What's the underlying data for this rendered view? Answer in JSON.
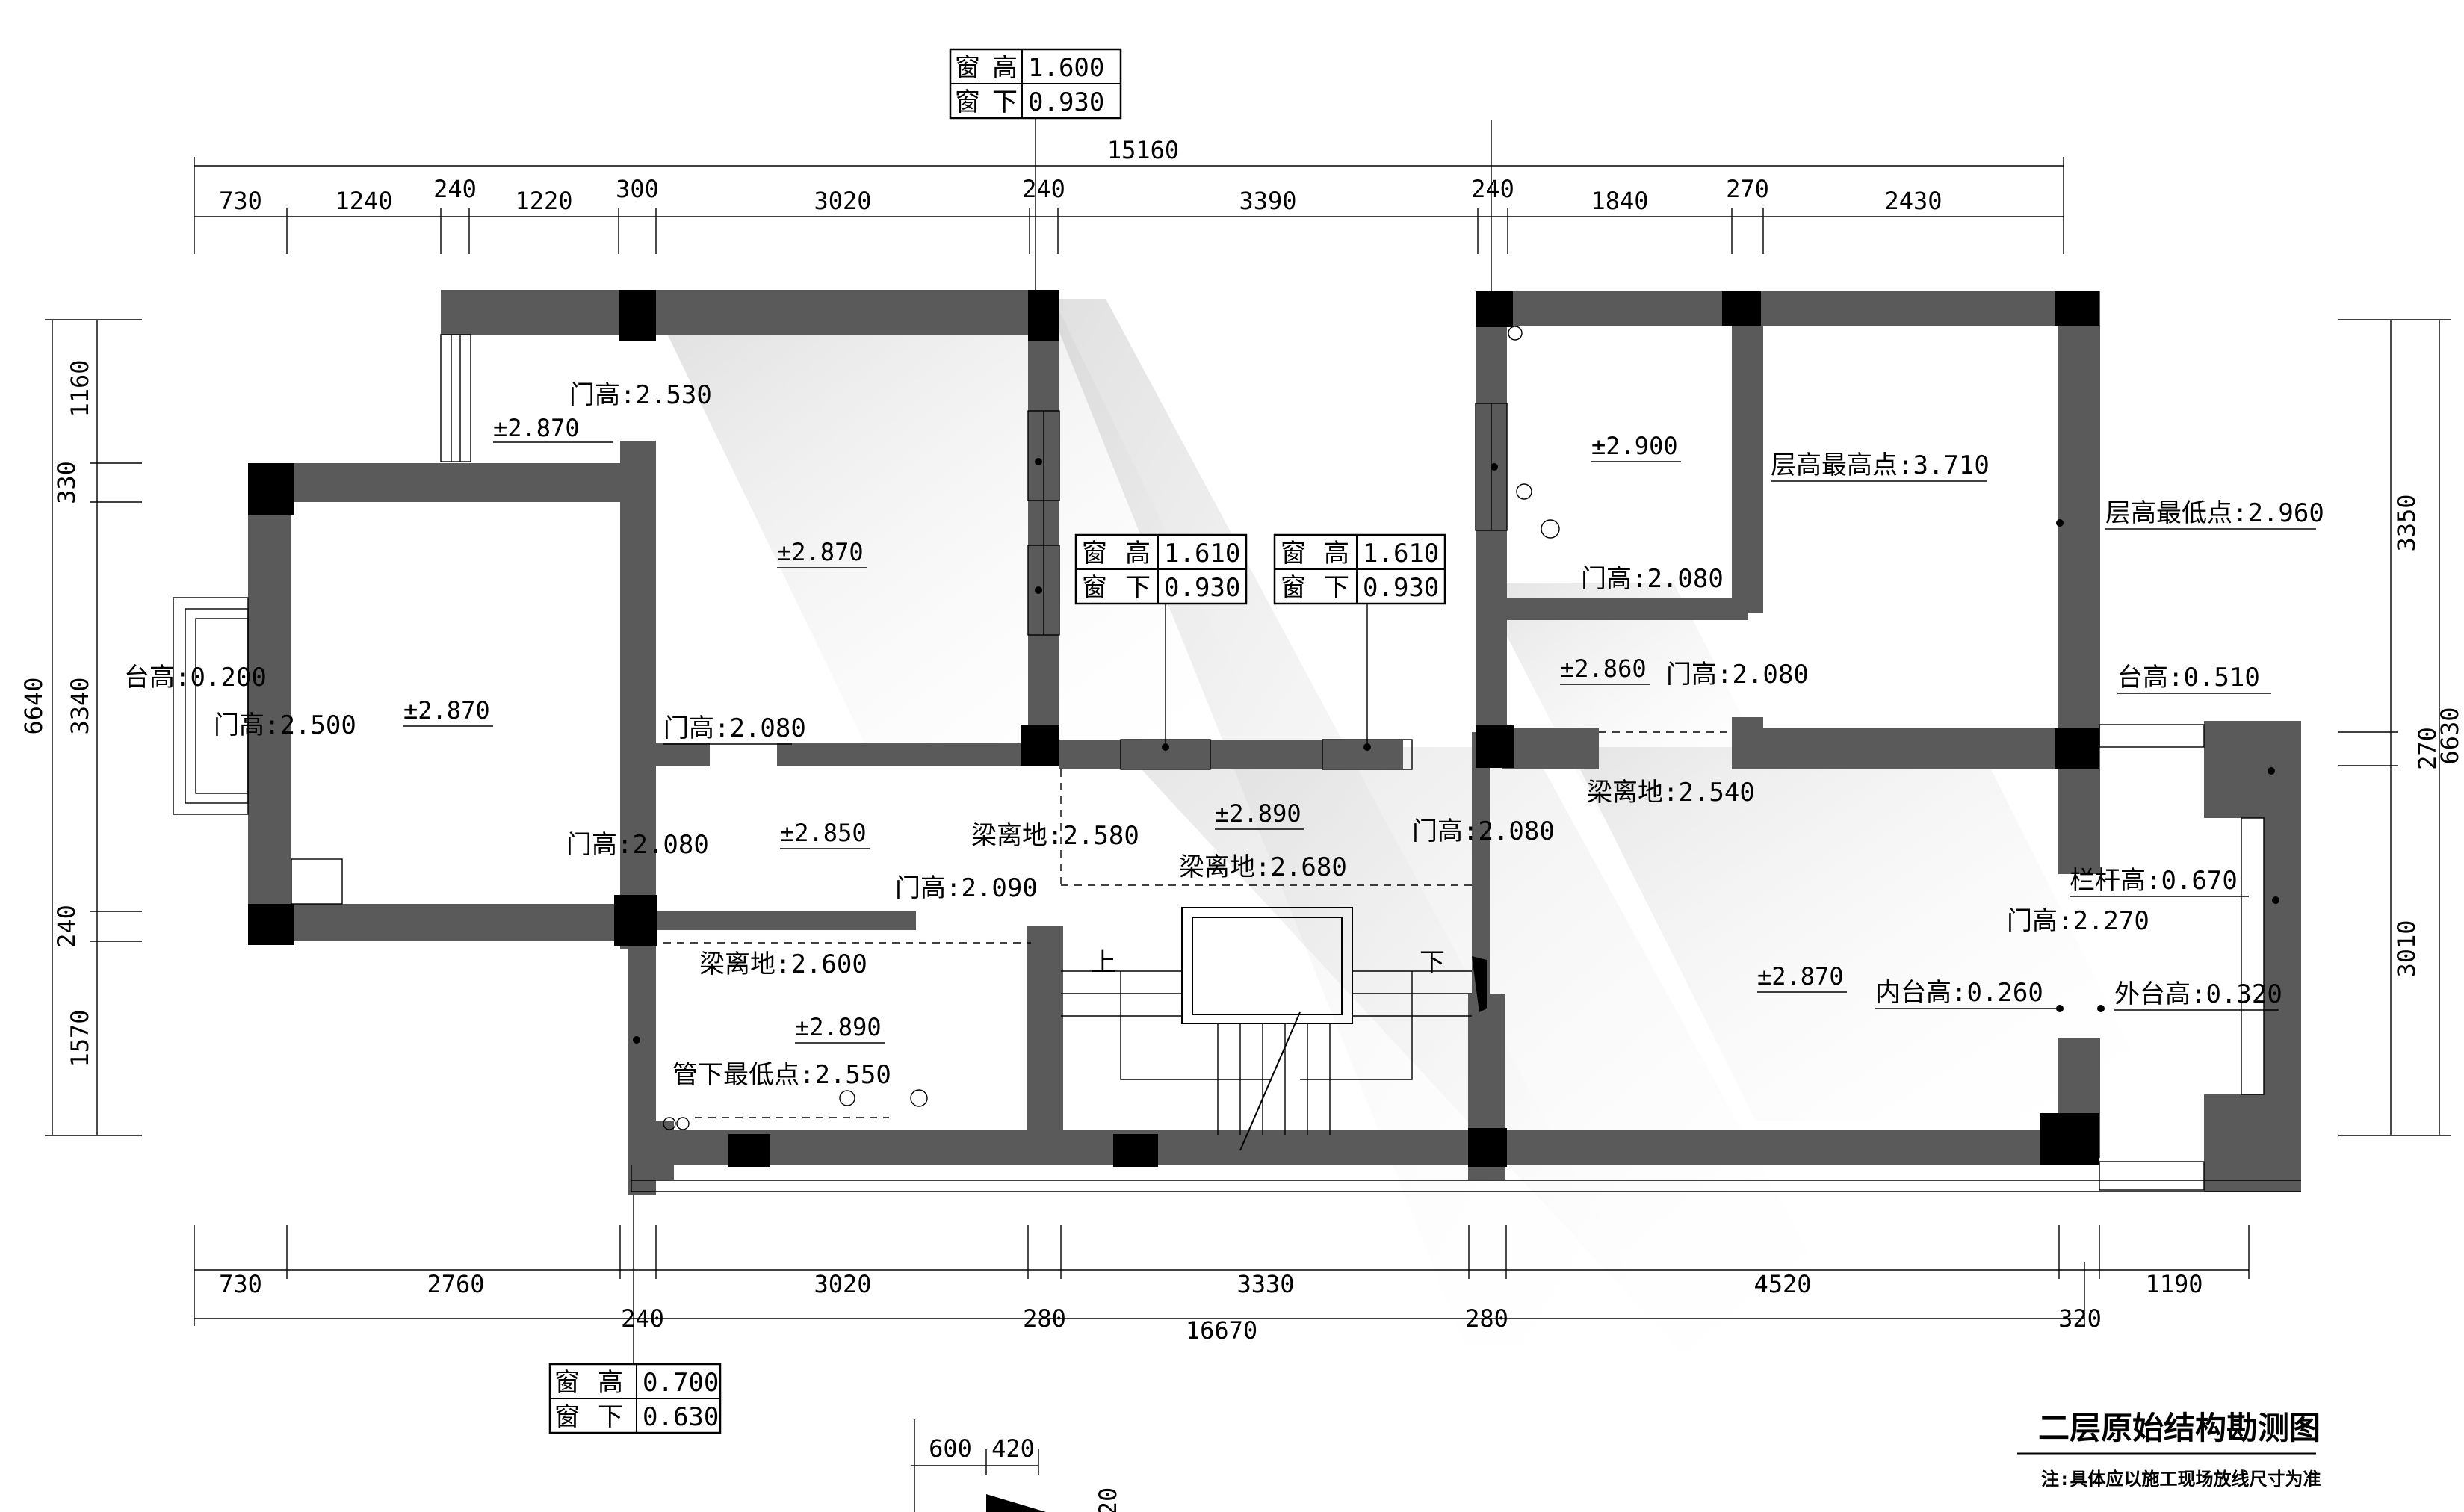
{
  "title": "二层原始结构勘测图",
  "note": "注:具体应以施工现场放线尺寸为准",
  "dims": {
    "top_total": "15160",
    "top": [
      "730",
      "1240",
      "240",
      "1220",
      "300",
      "3020",
      "240",
      "3390",
      "240",
      "1840",
      "270",
      "2430"
    ],
    "bottom": [
      "730",
      "2760",
      "3020",
      "3330",
      "4520",
      "1190"
    ],
    "bottom_sub": [
      "240",
      "280",
      "280",
      "320"
    ],
    "bottom_total": "16670",
    "left": [
      "1160",
      "330",
      "3340",
      "240",
      "1570"
    ],
    "left_total": "6640",
    "right": [
      "3350",
      "270",
      "3010"
    ],
    "right_total": "6630",
    "detail": [
      "600",
      "420",
      "20"
    ]
  },
  "window_tags": [
    {
      "r1a": "窗",
      "r1b": "高",
      "r1v": "1.600",
      "r2a": "窗",
      "r2b": "下",
      "r2v": "0.930"
    },
    {
      "r1a": "窗",
      "r1b": "高",
      "r1v": "1.610",
      "r2a": "窗",
      "r2b": "下",
      "r2v": "0.930"
    },
    {
      "r1a": "窗",
      "r1b": "高",
      "r1v": "1.610",
      "r2a": "窗",
      "r2b": "下",
      "r2v": "0.930"
    },
    {
      "r1a": "窗",
      "r1b": "高",
      "r1v": "0.700",
      "r2a": "窗",
      "r2b": "下",
      "r2v": "0.630"
    }
  ],
  "elevations": [
    "±2.870",
    "±2.870",
    "±2.870",
    "±2.850",
    "±2.890",
    "±2.890",
    "±2.900",
    "±2.860",
    "±2.870"
  ],
  "labels": {
    "door_2530": "门高:2.530",
    "sill_0200": "台高:0.200",
    "door_2500": "门高:2.500",
    "door_2080_a": "门高:2.080",
    "door_2080_b": "门高:2.080",
    "beam_2600": "梁离地:2.600",
    "pipe_2550": "管下最低点:2.550",
    "beam_2580": "梁离地:2.580",
    "door_2090": "门高:2.090",
    "beam_2680": "梁离地:2.680",
    "door_2080_c": "门高:2.080",
    "door_2080_d": "门高:2.080",
    "door_2080_e": "门高:2.080",
    "ceil_max": "层高最高点:3.710",
    "ceil_min": "层高最低点:2.960",
    "beam_2540": "梁离地:2.540",
    "sill_0510": "台高:0.510",
    "rail_0670": "栏杆高:0.670",
    "door_2270": "门高:2.270",
    "inner_sill": "内台高:0.260",
    "outer_sill": "外台高:0.320",
    "stair_up": "上",
    "stair_down": "下"
  }
}
